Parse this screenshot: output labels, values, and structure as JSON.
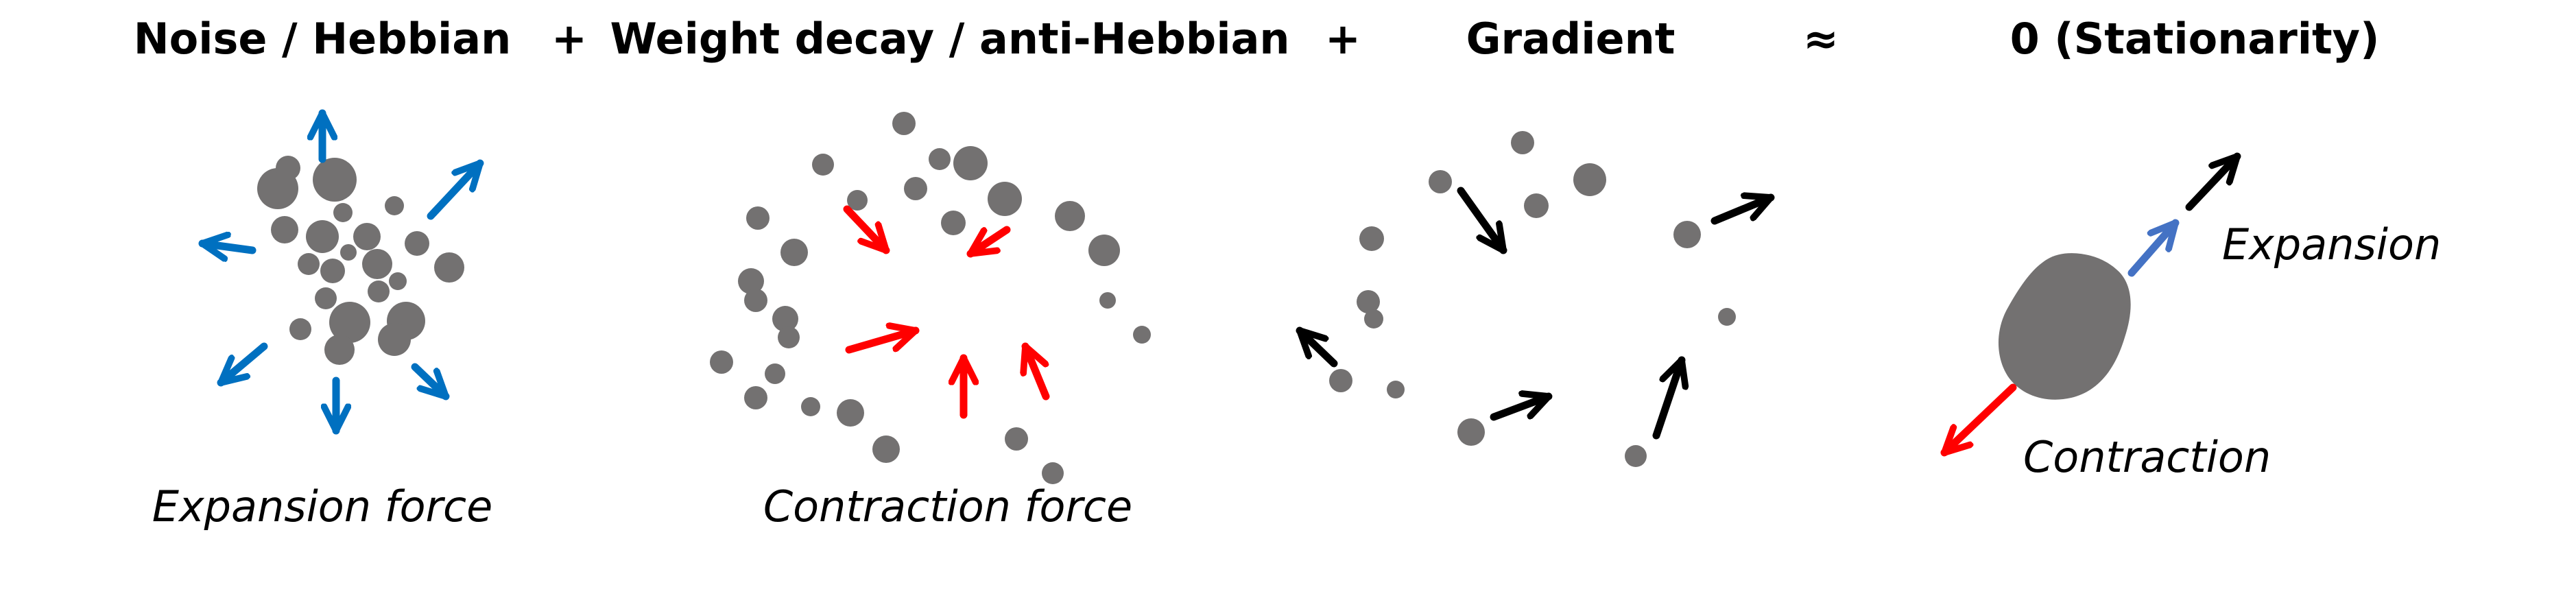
{
  "equation": {
    "term1": "Noise / Hebbian",
    "op1": "+",
    "term2": "Weight decay / anti-Hebbian",
    "op2": "+",
    "term3": "Gradient",
    "approx": "≈",
    "result": "0 (Stationarity)"
  },
  "panels": {
    "expansion_caption": "Expansion force",
    "contraction_caption": "Contraction force",
    "combined_expansion_label": "Expansion",
    "combined_contraction_label": "Contraction"
  },
  "colors": {
    "dot": "#737171",
    "expansion_arrow": "#0070c0",
    "contraction_arrow": "#ff0000",
    "gradient_arrow": "#000000",
    "combined_expansion_arrow": "#4472c4"
  }
}
